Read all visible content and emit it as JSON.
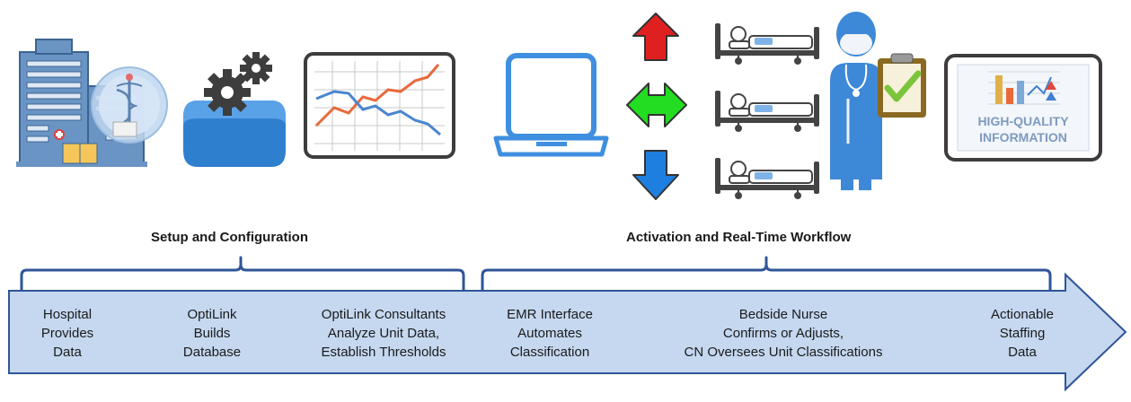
{
  "sections": [
    {
      "id": "setup",
      "title": "Setup and Configuration"
    },
    {
      "id": "activation",
      "title": "Activation and Real-Time Workflow"
    }
  ],
  "steps": [
    {
      "lines": [
        "Hospital",
        "Provides",
        "Data"
      ]
    },
    {
      "lines": [
        "OptiLink",
        "Builds",
        "Database"
      ]
    },
    {
      "lines": [
        "OptiLink Consultants",
        "Analyze Unit Data,",
        "Establish Thresholds"
      ]
    },
    {
      "lines": [
        "EMR Interface",
        "Automates",
        "Classification"
      ]
    },
    {
      "lines": [
        "Bedside Nurse",
        "Confirms or Adjusts,",
        "CN Oversees Unit Classifications"
      ]
    },
    {
      "lines": [
        "Actionable",
        "Staffing",
        "Data"
      ]
    }
  ],
  "icons": {
    "hospital": "hospital-icon",
    "database": "database-gears-icon",
    "trend": "trend-chart-icon",
    "laptop": "laptop-icon",
    "acuity_up": "arrow-up-icon",
    "acuity_same": "arrow-horizontal-icon",
    "acuity_down": "arrow-down-icon",
    "beds": "patient-bed-icon",
    "nurse": "nurse-icon",
    "clipboard": "clipboard-check-icon",
    "hq": "high-quality-information-icon"
  },
  "hq_text": [
    "HIGH-QUALITY",
    "INFORMATION"
  ],
  "colors": {
    "accent_blue": "#5b9bd5",
    "dark_blue": "#2e75b6",
    "arrow_fill": "#c5d8f0",
    "arrow_stroke": "#2f5597",
    "up_red": "#e02020",
    "same_green": "#22dd22",
    "down_blue": "#1e7fe0"
  }
}
